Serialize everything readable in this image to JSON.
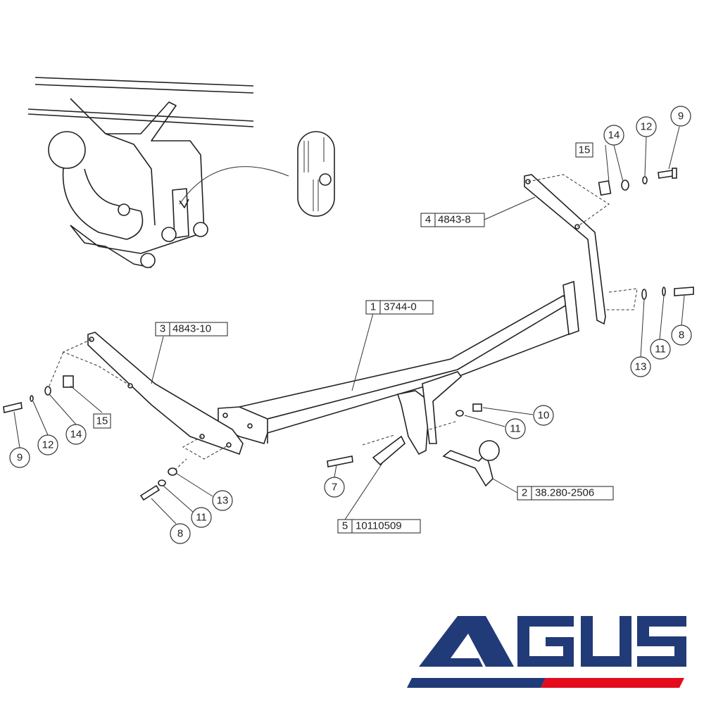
{
  "brand": {
    "logo_text": "AGUS",
    "colors": {
      "blue": "#213a78",
      "red": "#e30b1c"
    }
  },
  "parts": [
    {
      "item": "1",
      "part_number": "3744-0"
    },
    {
      "item": "2",
      "part_number": "38.280-2506"
    },
    {
      "item": "3",
      "part_number": "4843-10"
    },
    {
      "item": "4",
      "part_number": "4843-8"
    },
    {
      "item": "5",
      "part_number": "10110509"
    }
  ],
  "hardware": {
    "n7": "7",
    "n8": "8",
    "n9": "9",
    "n10": "10",
    "n11": "11",
    "n12": "12",
    "n13": "13",
    "n14": "14",
    "n15": "15"
  }
}
